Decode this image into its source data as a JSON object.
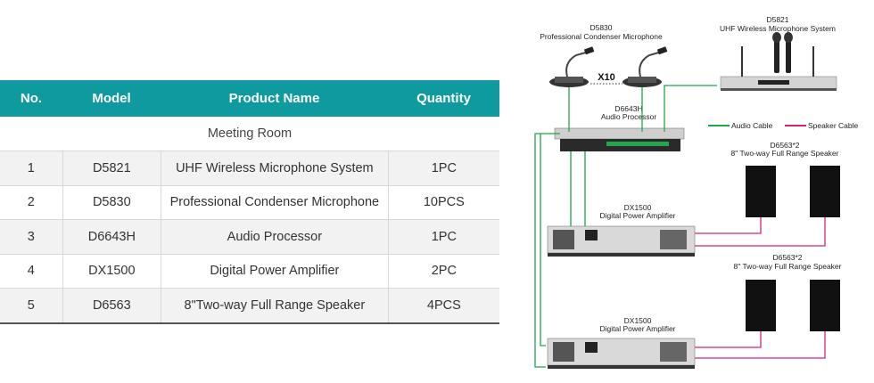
{
  "table": {
    "headers": [
      "No.",
      "Model",
      "Product Name",
      "Quantity"
    ],
    "section": "Meeting Room",
    "rows": [
      {
        "no": "1",
        "model": "D5821",
        "name": "UHF Wireless Microphone System",
        "qty": "1PC"
      },
      {
        "no": "2",
        "model": "D5830",
        "name": "Professional Condenser Microphone",
        "qty": "10PCS"
      },
      {
        "no": "3",
        "model": "D6643H",
        "name": "Audio Processor",
        "qty": "1PC"
      },
      {
        "no": "4",
        "model": "DX1500",
        "name": "Digital Power Amplifier",
        "qty": "2PC"
      },
      {
        "no": "5",
        "model": "D6563",
        "name": "8\"Two-way Full Range Speaker",
        "qty": "4PCS"
      }
    ]
  },
  "diagram": {
    "mic_model": "D5830",
    "mic_name": "Professional Condenser Microphone",
    "mic_count": "X10",
    "wireless_model": "D5821",
    "wireless_name": "UHF Wireless Microphone System",
    "processor_model": "D6643H",
    "processor_name": "Audio Processor",
    "legend_audio": "Audio Cable",
    "legend_speaker": "Speaker Cable",
    "amp1_model": "DX1500",
    "amp1_name": "Digital Power Amplifier",
    "amp2_model": "DX1500",
    "amp2_name": "Digital Power Amplifier",
    "spk1_model": "D6563*2",
    "spk1_name": "8\" Two-way Full Range Speaker",
    "spk2_model": "D6563*2",
    "spk2_name": "8\" Two-way Full Range Speaker",
    "colors": {
      "audio_cable": "#22a84a",
      "speaker_cable": "#d6237a",
      "header": "#0f9aa0"
    }
  }
}
